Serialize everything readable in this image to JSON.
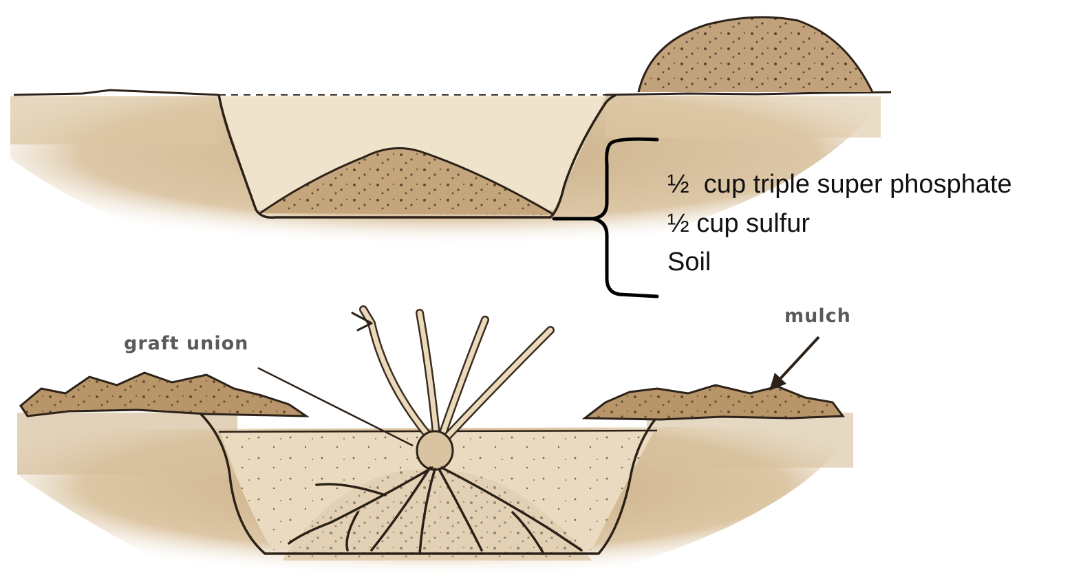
{
  "amendments": {
    "lines": [
      "½  cup triple super phosphate",
      "½ cup sulfur",
      "Soil"
    ]
  },
  "labels": {
    "graft_union": "graft union",
    "mulch": "mulch"
  },
  "colors": {
    "soil_fill": "#d8c4a4",
    "soil_shadow": "#b99b72",
    "hole_fill": "#eee0c8",
    "mound_fill": "#c4a57c",
    "outline": "#2b2118",
    "bracket": "#000000"
  }
}
